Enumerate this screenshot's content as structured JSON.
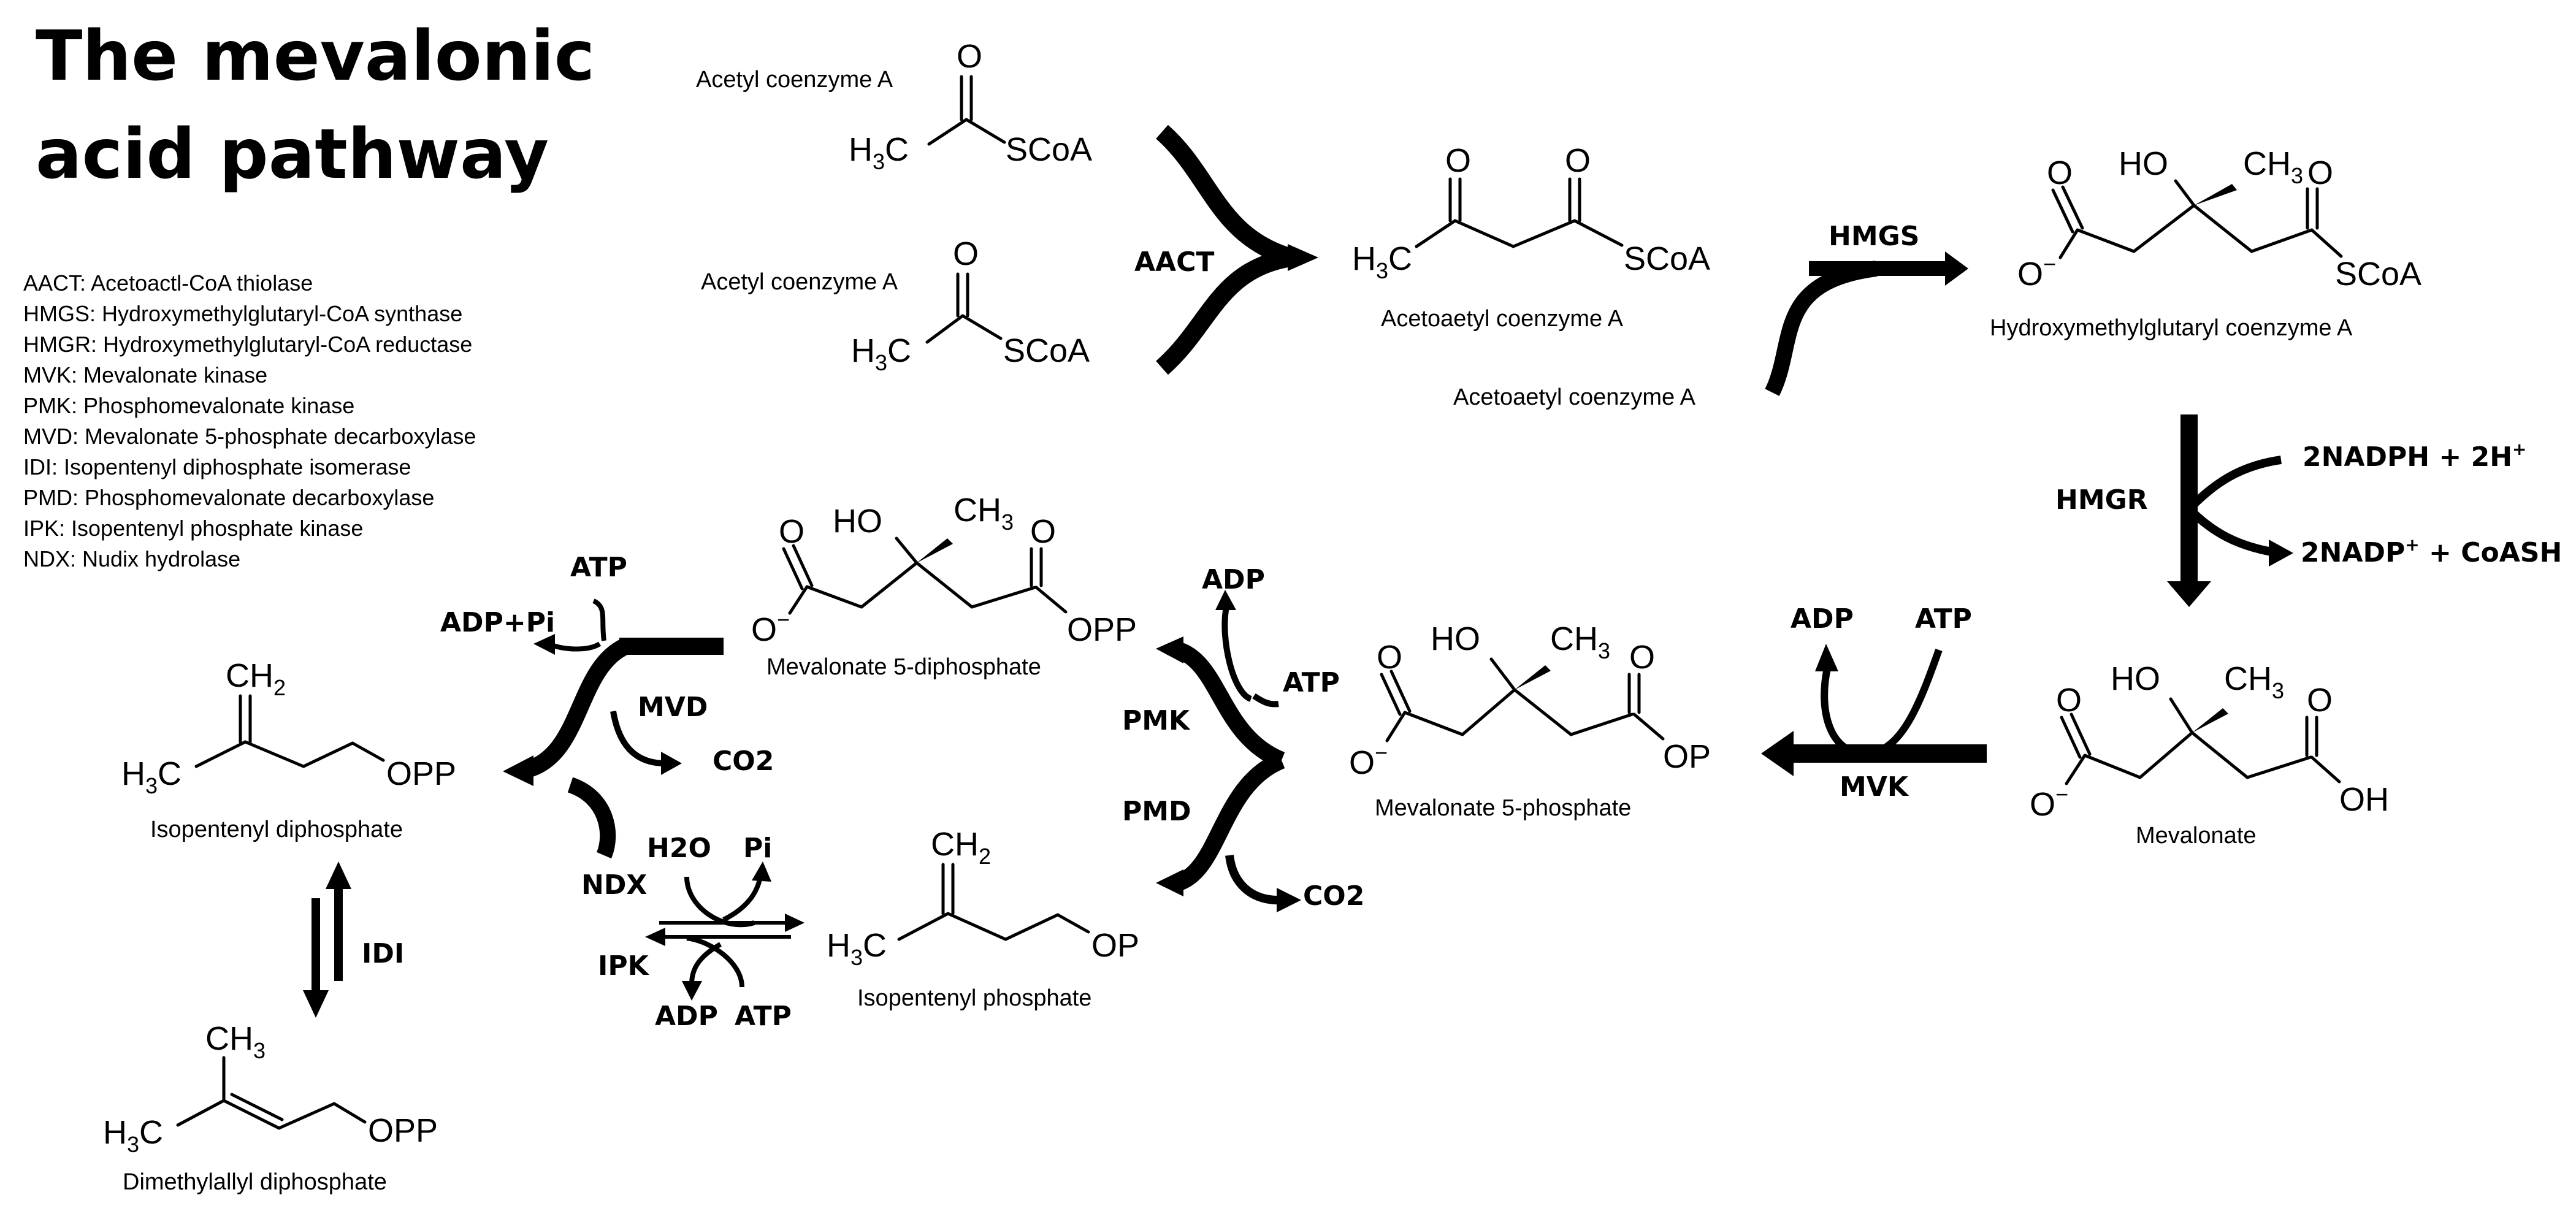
{
  "title": {
    "line1": "The mevalonic",
    "line2": "acid pathway"
  },
  "legend": [
    "AACT: Acetoactl-CoA thiolase",
    "HMGS: Hydroxymethylglutaryl-CoA synthase",
    "HMGR: Hydroxymethylglutaryl-CoA reductase",
    "MVK: Mevalonate kinase",
    "PMK: Phosphomevalonate kinase",
    "MVD: Mevalonate 5-phosphate decarboxylase",
    "IDI: Isopentenyl diphosphate isomerase",
    "PMD: Phosphomevalonate decarboxylase",
    "IPK: Isopentenyl phosphate kinase",
    "NDX: Nudix hydrolase"
  ],
  "compounds": {
    "acetyl_coa_1": "Acetyl coenzyme A",
    "acetyl_coa_2": "Acetyl coenzyme A",
    "acetoacetyl_coa": "Acetoaetyl coenzyme A",
    "acetoacetyl_coa_substrate": "Acetoaetyl coenzyme A",
    "hmg_coa": "Hydroxymethylglutaryl coenzyme A",
    "mevalonate": "Mevalonate",
    "mevalonate_5p": "Mevalonate 5-phosphate",
    "mevalonate_5pp": "Mevalonate 5-diphosphate",
    "isopentenyl_p": "Isopentenyl phosphate",
    "isopentenyl_pp": "Isopentenyl diphosphate",
    "dimethylallyl_pp": "Dimethylallyl diphosphate"
  },
  "enzymes": {
    "aact": "AACT",
    "hmgs": "HMGS",
    "hmgr": "HMGR",
    "mvk": "MVK",
    "pmk": "PMK",
    "pmd": "PMD",
    "mvd": "MVD",
    "idi": "IDI",
    "ndx": "NDX",
    "ipk": "IPK"
  },
  "cofactors": {
    "hmgr_in": "2NADPH + 2H",
    "hmgr_in_sup": "+",
    "hmgr_out": "2NADP",
    "hmgr_out_sup": "+",
    "hmgr_out_rest": " + CoASH",
    "mvk_adp": "ADP",
    "mvk_atp": "ATP",
    "pmk_adp": "ADP",
    "pmk_atp": "ATP",
    "pmd_co2": "CO2",
    "mvd_atp": "ATP",
    "mvd_adp_pi": "ADP+Pi",
    "mvd_co2": "CO2",
    "ndx_h2o": "H2O",
    "ndx_pi": "Pi",
    "ipk_adp": "ADP",
    "ipk_atp": "ATP"
  },
  "atoms": {
    "O": "O",
    "Ominus": "O",
    "minus": "−",
    "HO": "HO",
    "CH": "CH",
    "H": "H",
    "C": "C",
    "three": "3",
    "two": "2",
    "SCoA": "SCoA",
    "OPP": "OPP",
    "OP": "OP",
    "OH": "OH"
  }
}
